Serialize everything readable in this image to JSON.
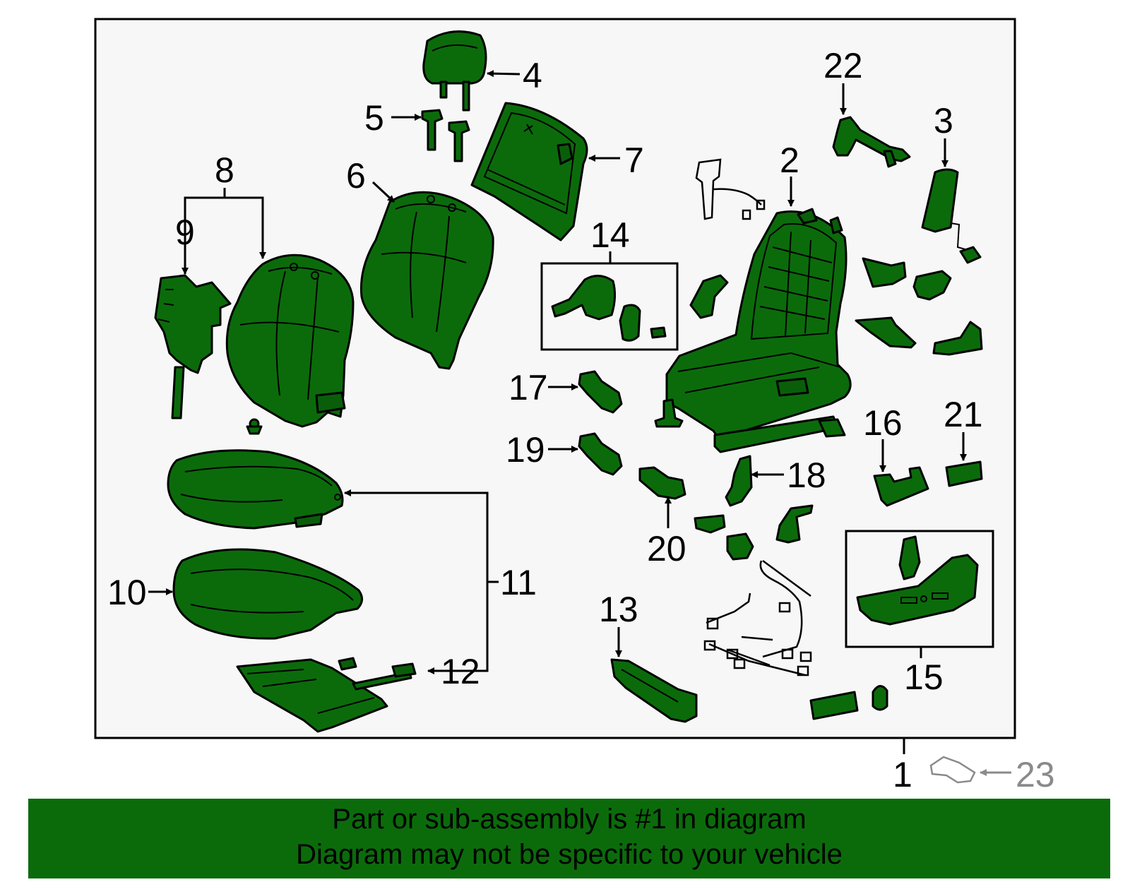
{
  "callouts": {
    "c1": "1",
    "c2": "2",
    "c3": "3",
    "c4": "4",
    "c5": "5",
    "c6": "6",
    "c7": "7",
    "c8": "8",
    "c9": "9",
    "c10": "10",
    "c11": "11",
    "c12": "12",
    "c13": "13",
    "c14": "14",
    "c15": "15",
    "c16": "16",
    "c17": "17",
    "c18": "18",
    "c19": "19",
    "c20": "20",
    "c21": "21",
    "c22": "22",
    "c23": "23"
  },
  "colors": {
    "part_fill": "#0b6b0b",
    "banner_bg": "#0b6b0b",
    "frame_bg": "#f7f7f7",
    "outline": "#000000",
    "muted": "#8a8a8a"
  },
  "banner": {
    "line1": "Part or sub-assembly is #1 in diagram",
    "line2": "Diagram may not be specific to your vehicle"
  }
}
